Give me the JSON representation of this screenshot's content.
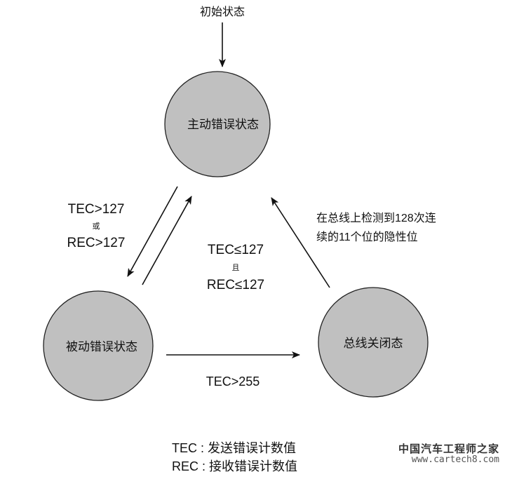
{
  "states": {
    "initial": "初始状态",
    "error_active": "主动错误状态",
    "error_passive": "被动错误状态",
    "bus_off": "总线关闭态"
  },
  "transitions": {
    "active_to_passive": [
      "TEC>127",
      "或",
      "REC>127"
    ],
    "passive_to_active": [
      "TEC≤127",
      "且",
      "REC≤127"
    ],
    "passive_to_busoff": "TEC>255",
    "busoff_to_active": [
      "在总线上检测到128次连",
      "续的11个位的隐性位"
    ]
  },
  "legend": {
    "tec": "TEC : 发送错误计数值",
    "rec": "REC : 接收错误计数值"
  },
  "watermark": {
    "name": "中国汽车工程师之家",
    "url": "www.cartech8.com"
  },
  "colors": {
    "state_fill": "#c0c0c0",
    "stroke": "#222222"
  }
}
